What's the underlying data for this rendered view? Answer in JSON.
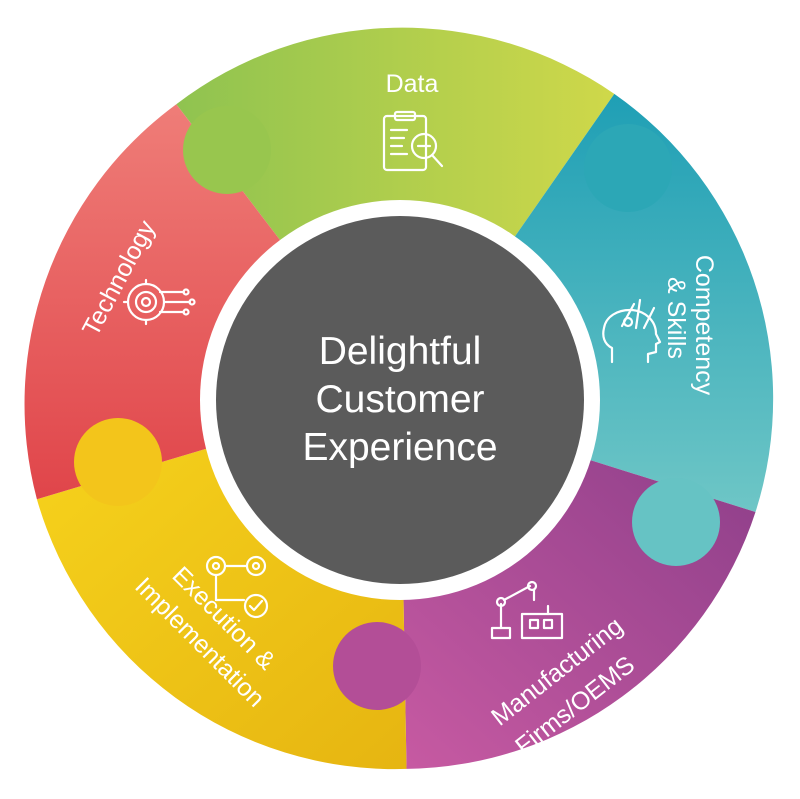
{
  "center": {
    "lines": [
      "Delightful",
      "Customer",
      "Experience"
    ],
    "color": "#5b5b5b"
  },
  "segments": {
    "data": {
      "label": "Data",
      "color": "#b6cf4a",
      "icon": "clipboard-magnifier-icon"
    },
    "competency": {
      "line1": "Competency",
      "line2": "& Skills",
      "color": "#2fa7b8",
      "icon": "head-tools-icon"
    },
    "manufacturing": {
      "line1": "Manufacturing",
      "line2": "Firms/OEMS",
      "color": "#b04d93",
      "icon": "robot-arm-factory-icon"
    },
    "execution": {
      "line1": "Execution &",
      "line2": "Implementation",
      "color": "#f2c81a",
      "icon": "gears-checkmark-icon"
    },
    "technology": {
      "label": "Technology",
      "color": "#e8545a",
      "icon": "gear-circuit-icon"
    }
  }
}
